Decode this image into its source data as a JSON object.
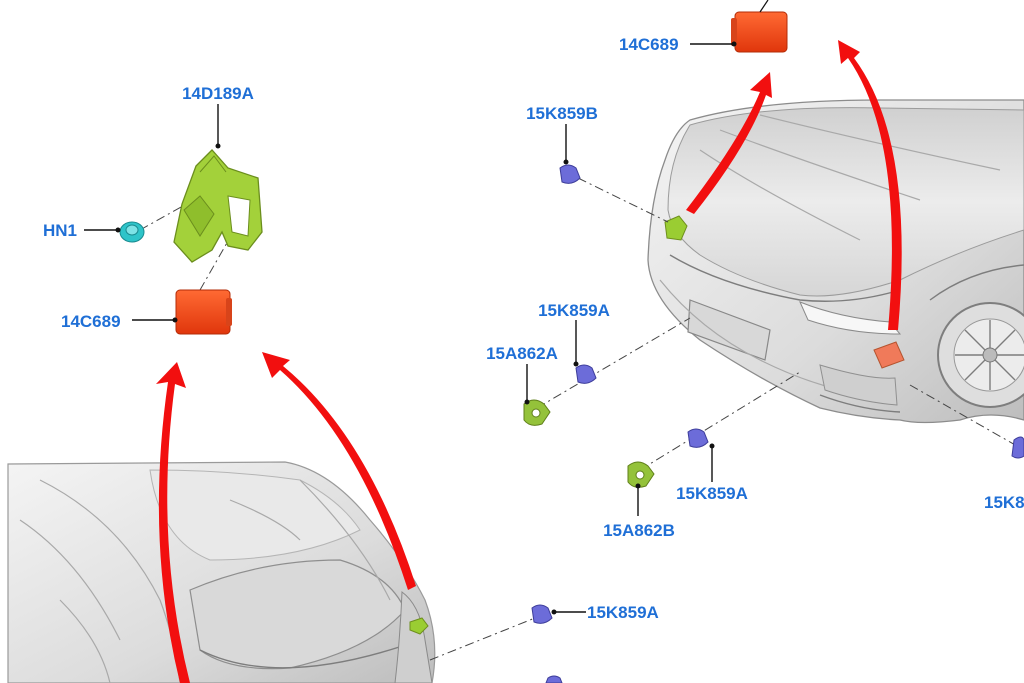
{
  "colors": {
    "label": "#1f6fd6",
    "arrow": "#f20f0f",
    "module": "#f04a1a",
    "bracket": "#9acd32",
    "sensor": "#6c6cd9",
    "grommet": "#2ec4c9",
    "car_body": "#e2e2e2"
  },
  "callouts": {
    "c1": "14D189A",
    "c2": "HN1",
    "c3": "14C689",
    "c4": "14C689",
    "c5": "15K859B",
    "c6": "15K859A",
    "c7": "15A862A",
    "c8": "15K859A",
    "c9": "15A862B",
    "c10": "15K859A",
    "c11": "15K8"
  }
}
